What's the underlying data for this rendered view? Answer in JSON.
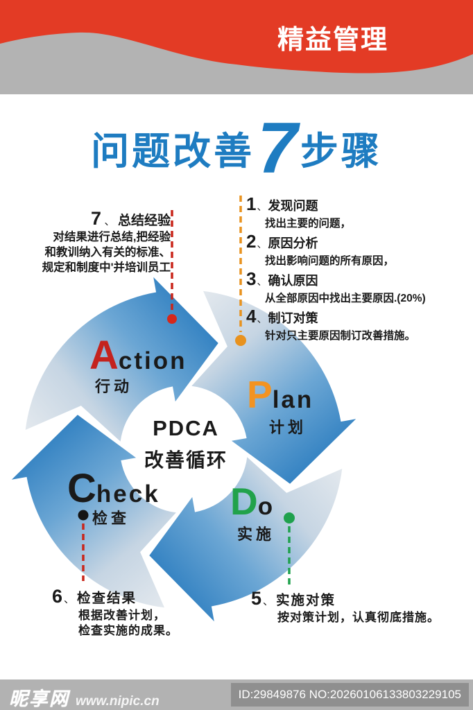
{
  "banner": {
    "title": "精益管理"
  },
  "main_title": {
    "part1": "问题改善",
    "seven": "7",
    "part2": "步骤"
  },
  "center": {
    "line1": "PDCA",
    "line2": "改善循环"
  },
  "marks": {
    "enum": "、"
  },
  "pdca_labels": {
    "action": {
      "initial": "A",
      "rest": "ction",
      "zh": "行动"
    },
    "plan": {
      "initial": "P",
      "rest": "lan",
      "zh": "计划"
    },
    "do": {
      "initial": "D",
      "rest": "o",
      "zh": "实施"
    },
    "check": {
      "initial": "C",
      "rest": "heck",
      "zh": "检查"
    }
  },
  "steps_right": [
    {
      "num": "1",
      "title": "发现问题",
      "detail": "找出主要的问题，"
    },
    {
      "num": "2",
      "title": "原因分析",
      "detail": "找出影响问题的所有原因，"
    },
    {
      "num": "3",
      "title": "确认原因",
      "detail": "从全部原因中找出主要原因.(20%)"
    },
    {
      "num": "4",
      "title": "制订对策",
      "detail": "针对只主要原因制订改善措施。"
    }
  ],
  "step7": {
    "num": "7",
    "title": "总结经验",
    "lines": [
      "对结果进行总结,把经验",
      "和教训纳入有关的标准、",
      "规定和制度中'并培训员工"
    ]
  },
  "step6": {
    "num": "6",
    "title": "检查结果",
    "lines": [
      "根据改善计划，",
      "检查实施的成果。"
    ]
  },
  "step5": {
    "num": "5",
    "title": "实施对策",
    "lines": [
      "按对策计划，认真彻底措施。"
    ]
  },
  "footer": {
    "site_name": "昵享网",
    "site_url": "www.nipic.cn",
    "id_text": "ID:29849876 NO:20260106133803229105"
  },
  "colors": {
    "banner_red": "#e33b25",
    "banner_gray": "#b3b3b3",
    "title_blue": "#1e7cc1",
    "arrow_blue_dark": "#2478bd",
    "arrow_tail_light": "#e4e9ee",
    "action_red": "#c4231e",
    "plan_orange": "#f39321",
    "do_green": "#21a24b",
    "check_black": "#1a1a1a",
    "callout_red": "#c9261b",
    "callout_orange": "#e8921e",
    "callout_green": "#1fa14d",
    "footer_gray": "#b2b2b2",
    "id_box_gray": "#8f8f8f"
  }
}
